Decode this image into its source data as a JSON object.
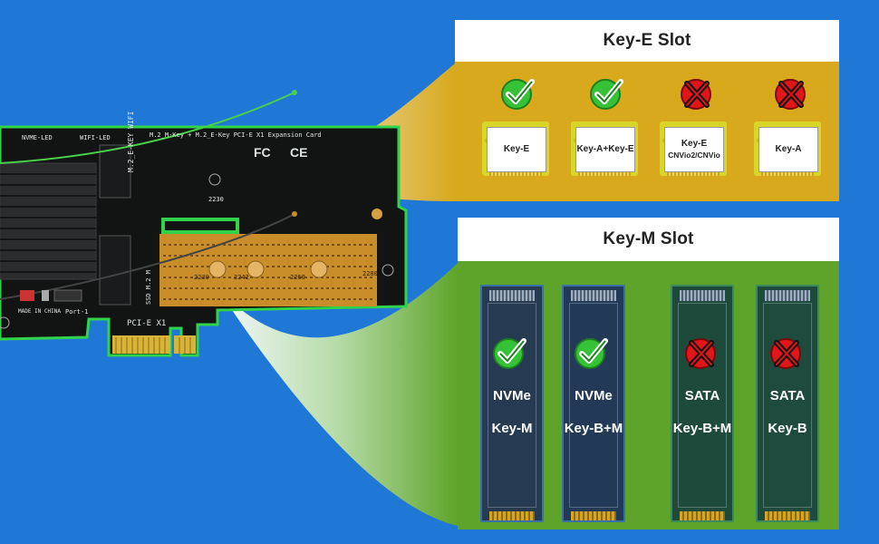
{
  "colors": {
    "background": "#1f78d6",
    "key_e_panel": "#d8a91d",
    "key_m_panel": "#5ea42a",
    "pcb": "#121414",
    "pcb_outline": "#31d34b",
    "check_green": "#36c236",
    "cross_red": "#e0161a"
  },
  "key_e": {
    "title": "Key-E Slot",
    "cards": [
      {
        "label": "Key-E",
        "sub": "",
        "compatible": true
      },
      {
        "label": "Key-A+Key-E",
        "sub": "",
        "compatible": true
      },
      {
        "label": "Key-E",
        "sub": "CNVio2/CNVio",
        "compatible": false
      },
      {
        "label": "Key-A",
        "sub": "",
        "compatible": false
      }
    ]
  },
  "key_m": {
    "title": "Key-M Slot",
    "drives": [
      {
        "line1": "NVMe",
        "line2": "Key-M",
        "compatible": true,
        "color": "#263a52"
      },
      {
        "line1": "NVMe",
        "line2": "Key-B+M",
        "compatible": true,
        "color": "#223a57"
      },
      {
        "line1": "SATA",
        "line2": "Key-B+M",
        "compatible": false,
        "color": "#1e4a3c"
      },
      {
        "line1": "SATA",
        "line2": "Key-B",
        "compatible": false,
        "color": "#1f4a3e"
      }
    ]
  },
  "card": {
    "silkscreen_title": "M.2_M-Key + M.2_E-Key PCI-E X1 Expansion Card",
    "nvme_led": "NVME-LED",
    "wifi_led": "WIFI-LED",
    "wifi_slot_label": "M.2_E-KEY WIFI",
    "ssd_slot_label": "SSD M.2 M",
    "size_2230": "2230",
    "size_2242": "2242",
    "size_2260": "2260",
    "size_2280": "2280",
    "size_2230_m": "2230",
    "made_in": "MADE IN CHINA",
    "port": "Port-1",
    "pcie_label": "PCI-E  X1",
    "fc": "FC",
    "ce": "CE"
  }
}
